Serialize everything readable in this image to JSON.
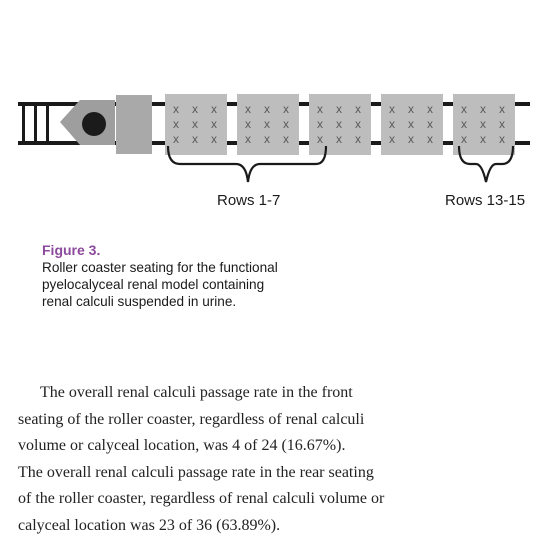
{
  "figure": {
    "labels": {
      "front": "Rows 1-7",
      "rear": "Rows 13-15"
    },
    "seat_mark": "x",
    "caption_title": "Figure 3.",
    "caption_text": "Roller coaster seating for the functional\npyelocalyceal renal model containing\nrenal calculi suspended in urine."
  },
  "body": {
    "paragraph_1": "The overall renal calculi passage rate in the front seating of the roller coaster, regardless of renal calculi volume or calyceal location, was 4 of 24 (16.67%).",
    "paragraph_2": "The overall renal calculi passage rate in the rear seating of the roller coaster, regardless of renal calculi volume or calyceal location was 23 of 36 (63.89%)."
  }
}
